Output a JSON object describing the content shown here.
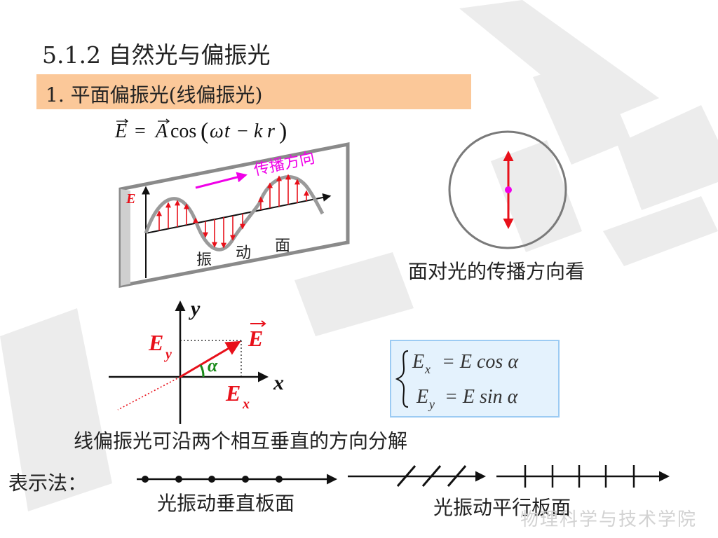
{
  "section_title": "5.1.2  自然光与偏振光",
  "subheading": "1. 平面偏振光(线偏振光)",
  "wave_formula": {
    "E": "E",
    "equals": "=",
    "A": "A",
    "cos": "cos",
    "open": "(",
    "omega": "ω",
    "t": "t",
    "minus": "−",
    "k": "k",
    "r": "r",
    "close": ")"
  },
  "wave_diagram": {
    "propagation_label": "传播方向",
    "E_axis_label": "E",
    "plane_label_1": "振",
    "plane_label_2": "动",
    "plane_label_3": "面"
  },
  "face_view_caption": "面对光的传播方向看",
  "components_diagram": {
    "y_label": "y",
    "x_label": "x",
    "E_label": "E",
    "Ey_main": "E",
    "Ey_sub": "y",
    "Ex_main": "E",
    "Ex_sub": "x",
    "alpha_label": "α"
  },
  "component_formulas": [
    {
      "lhs": "E",
      "sub": "x",
      "rhs": "= E cos α"
    },
    {
      "lhs": "E",
      "sub": "y",
      "rhs": "= E sin α"
    }
  ],
  "decomposition_caption": "线偏振光可沿两个相互垂直的方向分解",
  "notation_label": "表示法：",
  "perpendicular_caption": "光振动垂直板面",
  "parallel_caption": "光振动平行板面",
  "watermark": "物理科学与技术学院",
  "colors": {
    "vector": "#e8101a",
    "propagation": "#f000e8",
    "plane_border": "#8a8a8a",
    "highlight": "#fbc899",
    "box_fill": "#e4f2fd",
    "box_border": "#9ccbf3",
    "angle": "#1a8a1a"
  }
}
